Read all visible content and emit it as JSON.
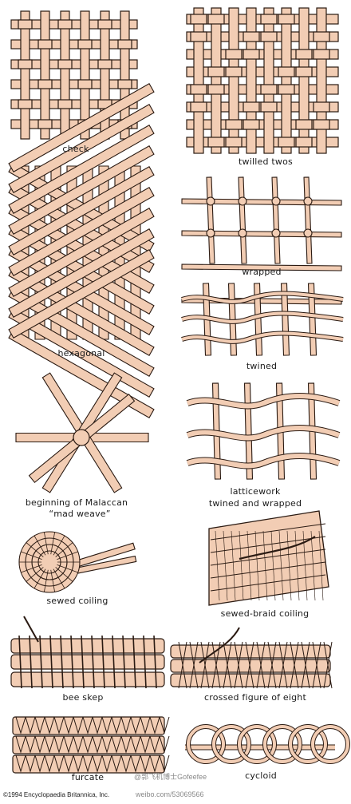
{
  "colors": {
    "strand": "#f2cdb4",
    "outline": "#2a1a12",
    "background": "#ffffff"
  },
  "labels": {
    "check": "check",
    "twilled_twos": "twilled twos",
    "hexagonal": "hexagonal",
    "wrapped": "wrapped",
    "twined": "twined",
    "malaccan_line1": "beginning of Malaccan",
    "malaccan_line2": "“mad weave”",
    "latticework_line1": "latticework",
    "latticework_line2": "twined and wrapped",
    "sewed_coiling": "sewed coiling",
    "sewed_braid_coiling": "sewed-braid coiling",
    "bee_skep": "bee skep",
    "crossed_figure_of_eight": "crossed figure of eight",
    "furcate": "furcate",
    "cycloid": "cycloid"
  },
  "credit": "©1994 Encyclopaedia Britannica, Inc.",
  "watermark": {
    "weibo_handle": "@郭飞机博士Gofeefee",
    "weibo_url": "weibo.com/53069566"
  }
}
